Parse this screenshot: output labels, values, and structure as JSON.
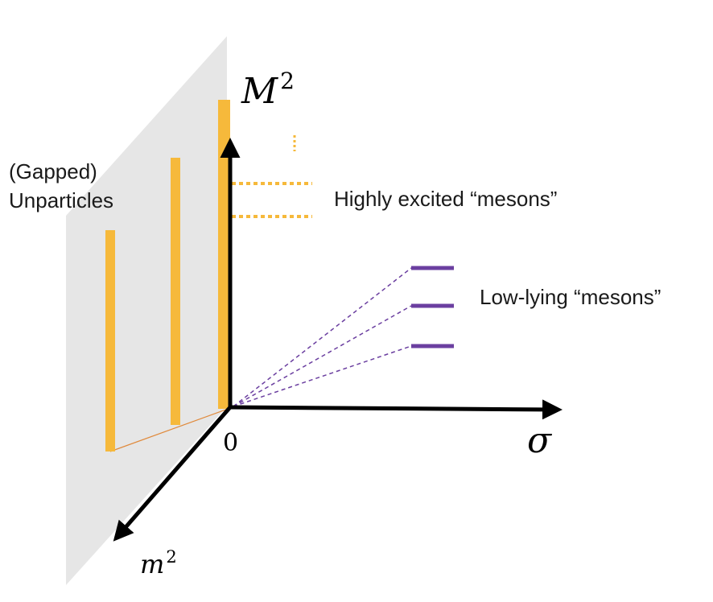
{
  "labels": {
    "y_axis": "M",
    "y_axis_sup": "2",
    "x_axis": "σ",
    "z_axis": "m",
    "z_axis_sup": "2",
    "origin": "0",
    "unparticles_line1": "(Gapped)",
    "unparticles_line2": "Unparticles",
    "highly_excited": "Highly excited “mesons”",
    "low_lying": "Low-lying “mesons”"
  },
  "colors": {
    "axis": "#000000",
    "plane": "#e6e6e6",
    "unparticle": "#f6b93b",
    "meson_low": "#6b3fa0",
    "baseline": "#e08a3c"
  }
}
